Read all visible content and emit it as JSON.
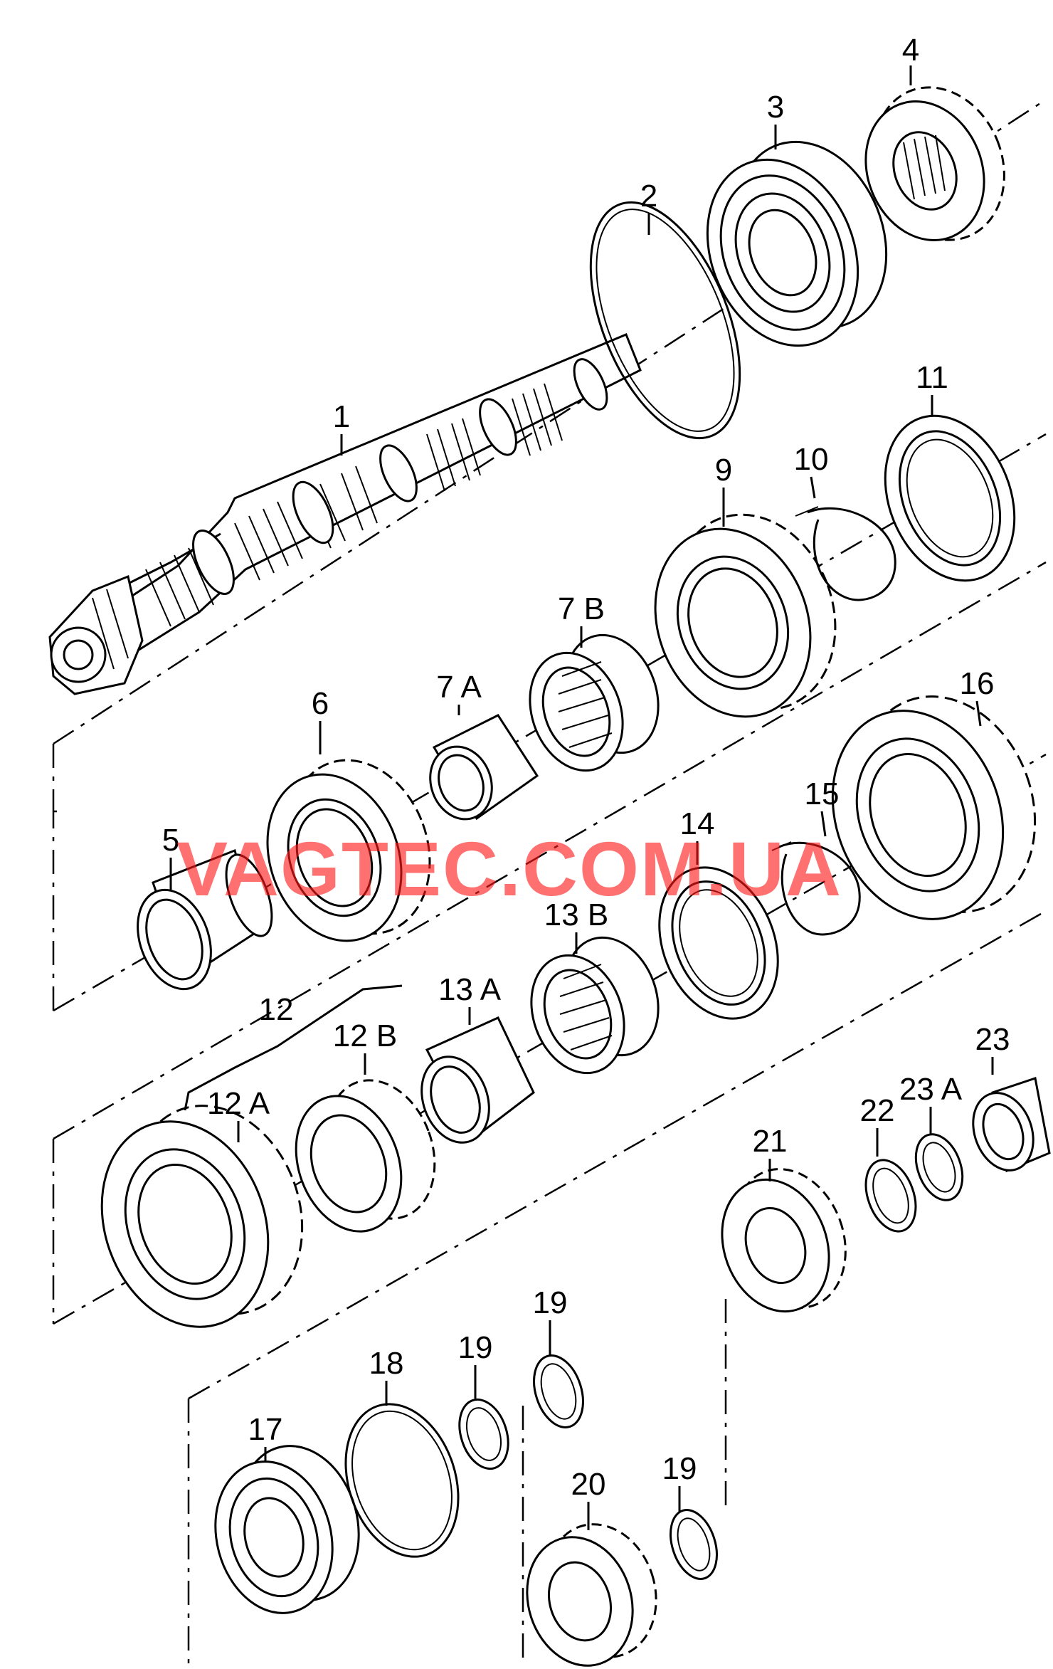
{
  "watermark": "VAGTEC.COM.UA",
  "callouts": [
    {
      "id": "1",
      "text": "1"
    },
    {
      "id": "2",
      "text": "2"
    },
    {
      "id": "3",
      "text": "3"
    },
    {
      "id": "4",
      "text": "4"
    },
    {
      "id": "5",
      "text": "5"
    },
    {
      "id": "6",
      "text": "6"
    },
    {
      "id": "7A",
      "text": "7 A"
    },
    {
      "id": "7B",
      "text": "7 B"
    },
    {
      "id": "9",
      "text": "9"
    },
    {
      "id": "10",
      "text": "10"
    },
    {
      "id": "11",
      "text": "11"
    },
    {
      "id": "12",
      "text": "12"
    },
    {
      "id": "12A",
      "text": "12 A"
    },
    {
      "id": "12B",
      "text": "12 B"
    },
    {
      "id": "13A",
      "text": "13 A"
    },
    {
      "id": "13B",
      "text": "13 B"
    },
    {
      "id": "14",
      "text": "14"
    },
    {
      "id": "15",
      "text": "15"
    },
    {
      "id": "16",
      "text": "16"
    },
    {
      "id": "17",
      "text": "17"
    },
    {
      "id": "18",
      "text": "18"
    },
    {
      "id": "19a",
      "text": "19"
    },
    {
      "id": "19b",
      "text": "19"
    },
    {
      "id": "19c",
      "text": "19"
    },
    {
      "id": "20",
      "text": "20"
    },
    {
      "id": "21",
      "text": "21"
    },
    {
      "id": "22",
      "text": "22"
    },
    {
      "id": "23",
      "text": "23"
    },
    {
      "id": "23A",
      "text": "23 A"
    }
  ]
}
